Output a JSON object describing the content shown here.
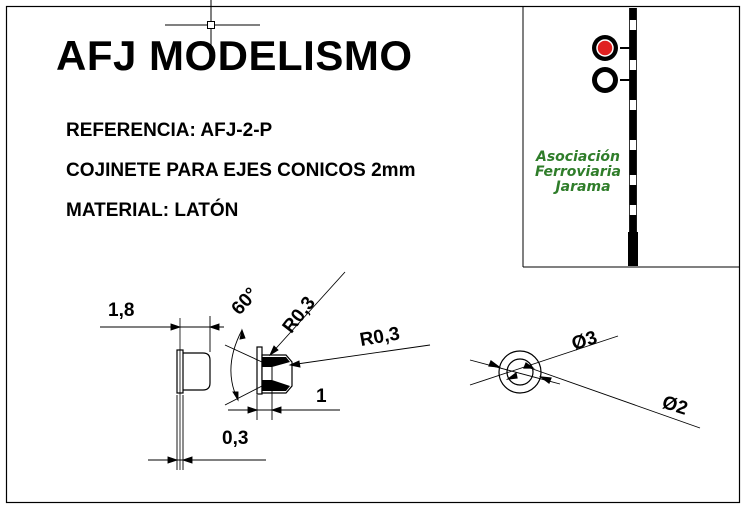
{
  "header": {
    "title": "AFJ MODELISMO"
  },
  "specs": {
    "reference": "REFERENCIA: AFJ-2-P",
    "description": "COJINETE PARA EJES CONICOS 2mm",
    "material": "MATERIAL: LATÓN"
  },
  "logo": {
    "line1": "Asociación",
    "line2": "Ferroviaria",
    "line3": "Jarama",
    "text_color": "#2f7d2a",
    "signal_top_color": "#e02020",
    "signal_bottom_color": "#ffffff"
  },
  "dimensions": {
    "width_flange": "1,8",
    "angle": "60°",
    "radius_top": "R0,3",
    "radius_side": "R0,3",
    "depth": "1",
    "thickness": "0,3",
    "outer_diameter": "Ø3",
    "inner_diameter": "Ø2"
  }
}
